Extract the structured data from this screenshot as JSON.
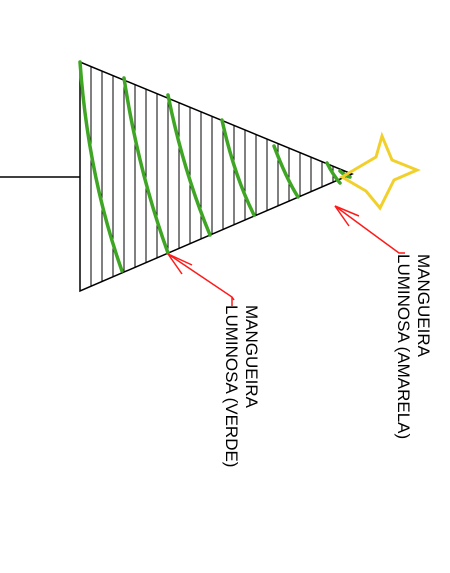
{
  "labels": {
    "green_hose": [
      "MANGUEIRA",
      "LUMINOSA (VERDE)"
    ],
    "yellow_hose": [
      "MANGUEIRA",
      "LUMINOSA (AMARELA)"
    ]
  },
  "colors": {
    "outline": "#000000",
    "green_hose": "#3fa524",
    "star": "#f2d02c",
    "arrow": "#ff1a1a"
  },
  "icons": {
    "tree": "triangle-tree-icon",
    "star": "star-icon"
  }
}
